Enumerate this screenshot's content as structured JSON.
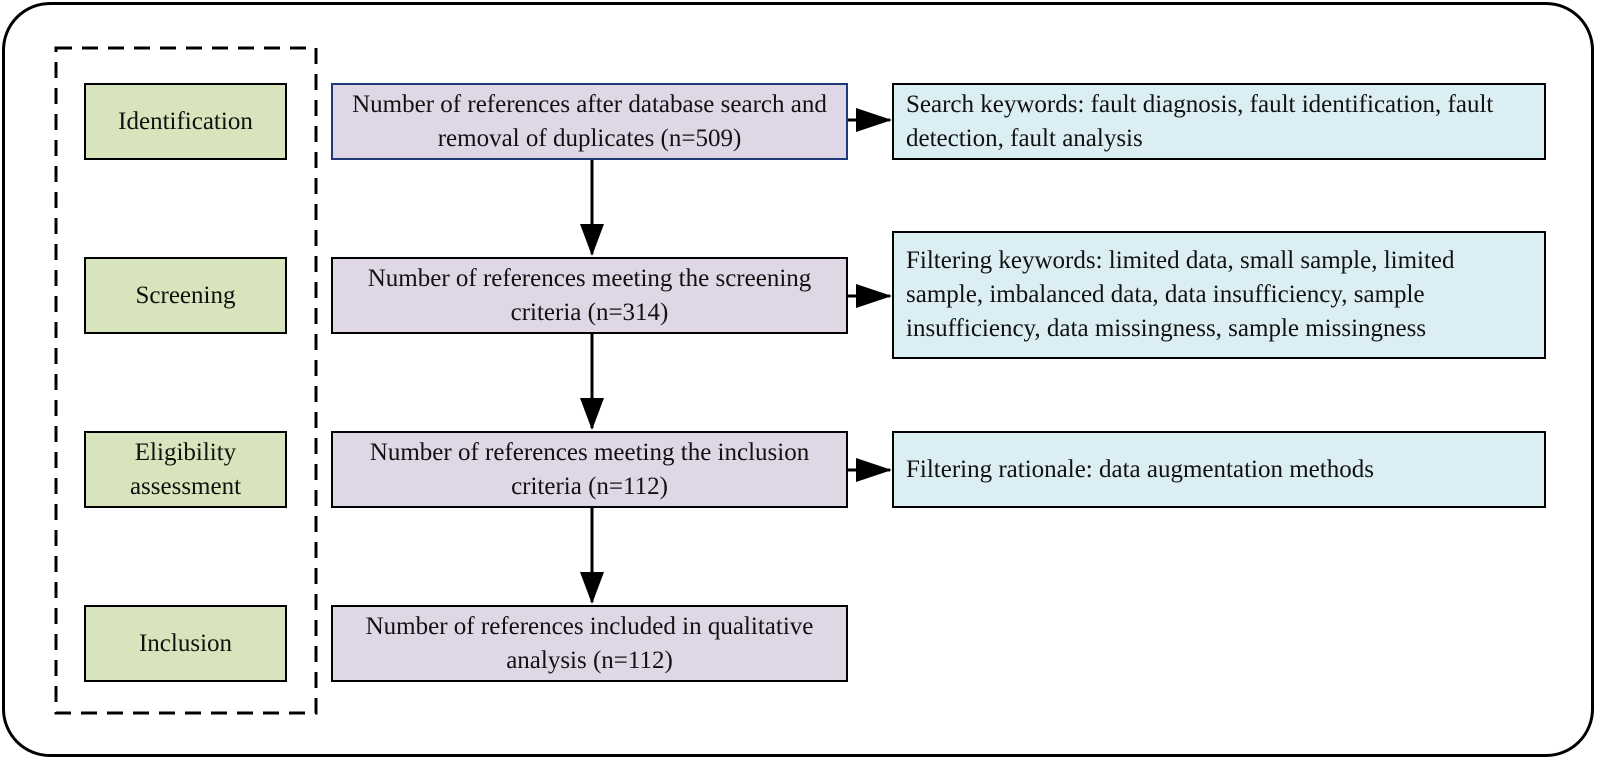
{
  "stages": [
    {
      "id": "identification",
      "label": "Identification"
    },
    {
      "id": "screening",
      "label": "Screening"
    },
    {
      "id": "eligibility",
      "label": "Eligibility\nassessment"
    },
    {
      "id": "inclusion",
      "label": "Inclusion"
    }
  ],
  "steps": [
    {
      "id": "identification",
      "text": "Number of references after database search and removal of duplicates (n=509)"
    },
    {
      "id": "screening",
      "text": "Number of references meeting the screening criteria (n=314)"
    },
    {
      "id": "eligibility",
      "text": "Number of references meeting the inclusion criteria (n=112)"
    },
    {
      "id": "inclusion",
      "text": "Number of references included in qualitative analysis (n=112)"
    }
  ],
  "notes": [
    {
      "id": "search-keywords",
      "text": "Search keywords: fault diagnosis, fault identification, fault detection, fault analysis"
    },
    {
      "id": "filtering-keywords",
      "text": "Filtering keywords: limited data, small sample, limited sample, imbalanced data, data insufficiency, sample insufficiency, data missingness, sample missingness"
    },
    {
      "id": "filtering-rationale",
      "text": "Filtering rationale: data augmentation methods"
    }
  ],
  "colors": {
    "stage_fill": "#d8e4bc",
    "step_fill": "#e0d7e6",
    "note_fill": "#daeef3",
    "first_step_border": "#1f3a78",
    "line": "#000000"
  }
}
